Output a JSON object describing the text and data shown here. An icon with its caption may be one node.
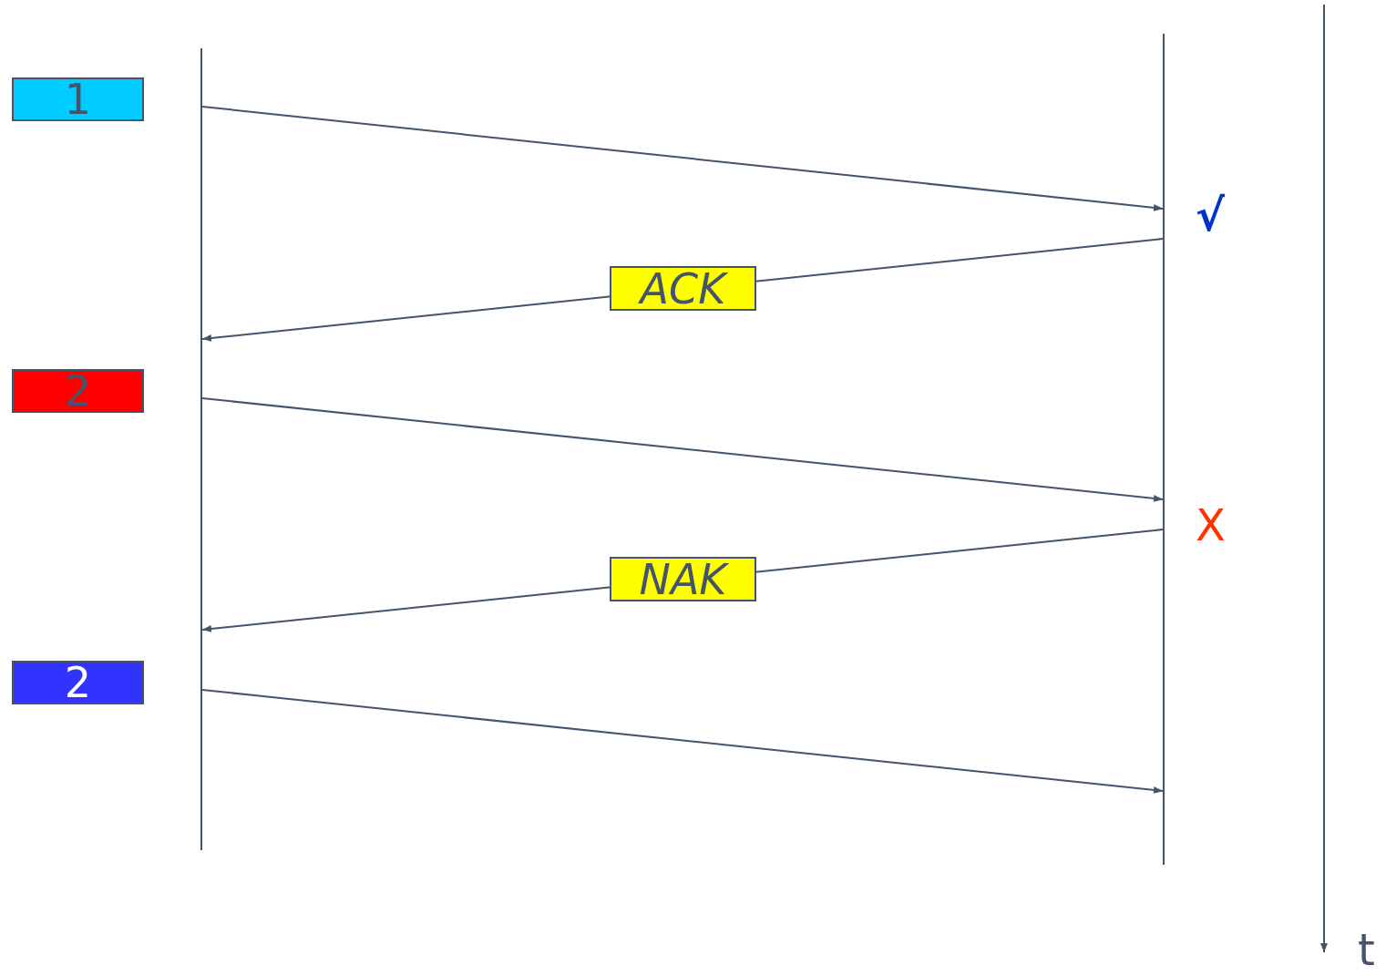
{
  "diagram": {
    "nodes": [
      {
        "text": [
          "1"
        ]
      },
      {
        "text": [
          "2"
        ]
      },
      {
        "text": [
          "2"
        ]
      },
      {
        "text": [],
        "shape": "bar"
      },
      {
        "text": [],
        "shape": "bar"
      }
    ],
    "edges": [
      {
        "from": 3,
        "to": 4,
        "arrow": "to"
      },
      {
        "from": 4,
        "to": 3,
        "arrow": "to",
        "label": "ACK"
      },
      {
        "from": 3,
        "to": 4,
        "arrow": "to"
      },
      {
        "from": 4,
        "to": 3,
        "arrow": "to",
        "label": "NAK"
      },
      {
        "from": 3,
        "to": 4,
        "arrow": "to"
      }
    ],
    "labels": [
      "√",
      "X",
      "t"
    ]
  }
}
